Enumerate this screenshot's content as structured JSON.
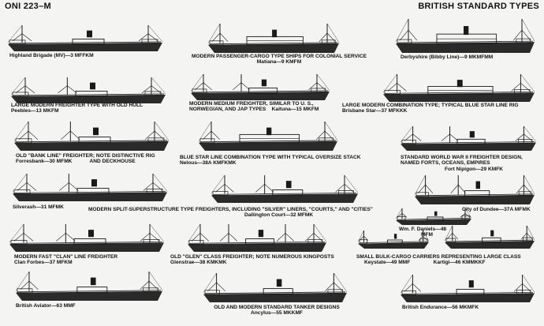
{
  "header": {
    "code": "ONI 223–M",
    "title": "BRITISH STANDARD TYPES"
  },
  "captions": {
    "c1": {
      "name": "Highland Brigade (MV)—3 MFFKM"
    },
    "c2": {
      "heading": "MODERN PASSENGER-CARGO TYPE SHIPS FOR COLONIAL SERVICE",
      "name": "Matiana—9 KMFM"
    },
    "c3": {
      "name": "Derbyshire (Bibby Line)—9 MKMFMM"
    },
    "c4": {
      "heading": "LARGE MODERN FREIGHTER TYPE WITH OLD HULL",
      "name": "Peebles—13 MKFM"
    },
    "c5": {
      "heading1": "MODERN MEDIUM FREIGHTER, SIMILAR TO U. S.,",
      "heading2": "NORWEGIAN, AND JAP TYPES",
      "name": "Kaituna—15 MKFM"
    },
    "c6": {
      "heading": "LARGE MODERN COMBINATION TYPE; TYPICAL BLUE STAR LINE RIG",
      "name": "Brisbane Star—37 MFKKK"
    },
    "c7": {
      "heading1": "OLD \"BANK LINE\" FREIGHTER; NOTE DISTINCTIVE RIG",
      "name": "Forresbank—30 MFMK",
      "heading2": "AND DECKHOUSE"
    },
    "c8": {
      "heading": "BLUE STAR LINE COMBINATION TYPE WITH TYPICAL OVERSIZE STACK",
      "name": "Nelous—38A KMFKMK"
    },
    "c9": {
      "heading1": "STANDARD WORLD WAR II FREIGHTER DESIGN,",
      "heading2": "NAMED FORTS, OCEANS, EMPIRES",
      "name": "Fort Nipigon—29 KMFK"
    },
    "c10": {
      "name": "Silverash—31 MFMK"
    },
    "c11": {
      "heading": "MODERN SPLIT-SUPERSTRUCTURE TYPE FREIGHTERS, INCLUDING \"SILVER\" LINERS, \"COURTS,\" AND \"CITIES\"",
      "name": "Dallington Court—32 MFMK"
    },
    "c12": {
      "name": "City of Dundee—37A MFMK"
    },
    "c13": {
      "name": "Wm. F. Daniels—48",
      "code": "MFM"
    },
    "c14": {
      "heading": "MODERN FAST \"CLAN\" LINE FREIGHTER",
      "name": "Clan Forbes—37 MFKM"
    },
    "c15": {
      "heading": "OLD \"GLEN\" CLASS FREIGHTER; NOTE NUMEROUS KINGPOSTS",
      "name": "Glenstrae—38 KMKMK"
    },
    "c16": {
      "heading": "SMALL BULK-CARGO CARRIERS REPRESENTING LARGE CLASS",
      "name1": "Keystate—49 MMF",
      "name2": "Kartigi—46 KMMKKF"
    },
    "c17": {
      "name": "British Aviator—63 MMF"
    },
    "c18": {
      "heading": "OLD AND MODERN STANDARD TANKER DESIGNS",
      "name": "Ancylus—55 MKKMF"
    },
    "c19": {
      "name": "British Endurance—56 MKMFK"
    }
  },
  "colors": {
    "ink": "#1a1a1a",
    "hull": "#2a2a2a",
    "paper": "#f4f4f2"
  }
}
